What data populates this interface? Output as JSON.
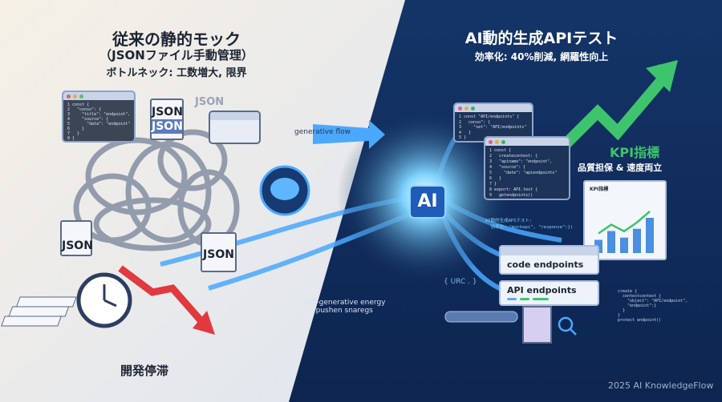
{
  "left": {
    "title": "従来の静的モック",
    "subtitle": "（JSONファイル手動管理）",
    "bottleneck": "ボトルネック: 工数増大, 限界",
    "json_label": "JSON",
    "doc_json_1": "JSON",
    "doc_json_2": "JSON",
    "doc_json_3": "JSON",
    "doc_json_4": "JSON",
    "code_snippet": "1 const {\n2   \"conso\": {\n3     \"title\": \"endpoint\",\n4     \"source\": {\n5       \"data\": \"endpoint\"\n6     }\n7   }\n8 }",
    "stagnation": "開発停滞"
  },
  "middle": {
    "generative_flow": "generative flow",
    "energy_caption": "Self-generative energy\npushen snaregs",
    "urc_label": "{ URC . }",
    "ai_badge": "AI"
  },
  "right": {
    "title": "AI動的生成APIテスト",
    "subtitle": "効率化: 40%削減, 網羅性向上",
    "kpi_title": "KPI指標",
    "kpi_subtitle": "品質担保 & 速度両立",
    "kpi_card_title": "KPI指標",
    "code_window_1": "1 const \"API/endpoints\" {\n2   conso\": {\n3     \"set\": \"API/endpoints\"\n4   }\n5 }",
    "code_window_2": "1 const {\n2   createcontext: {\n3   \"apiname\": \"endpoint\",\n4   \"source\": {\n5     \"date\": \"apiendpoints\"\n6   }\n7 }\n8 export: API.test {\n9   getendpoints()",
    "ai_note": "AI動的生成APIテスト:\n  効率化: \"mockapi\", \"response\":})",
    "card_code_endpoints": "code endpoints",
    "card_api_endpoints": "API endpoints",
    "side_code": "create {\n  contextcontext {\n    \"object\": \"API/endpoint\",\n    \"endpoint\":}\n  }\n}\nprotect endpoint()",
    "footer": "2025 AI KnowledgeFlow"
  },
  "kpi_chart_bars": [
    30,
    50,
    35,
    55,
    80
  ],
  "colors": {
    "dark_bg": "#0f2a55",
    "light_bg": "#eef1f6",
    "accent_green": "#3ec46d",
    "accent_blue": "#4aa8ff",
    "warning_red": "#e0393e"
  }
}
